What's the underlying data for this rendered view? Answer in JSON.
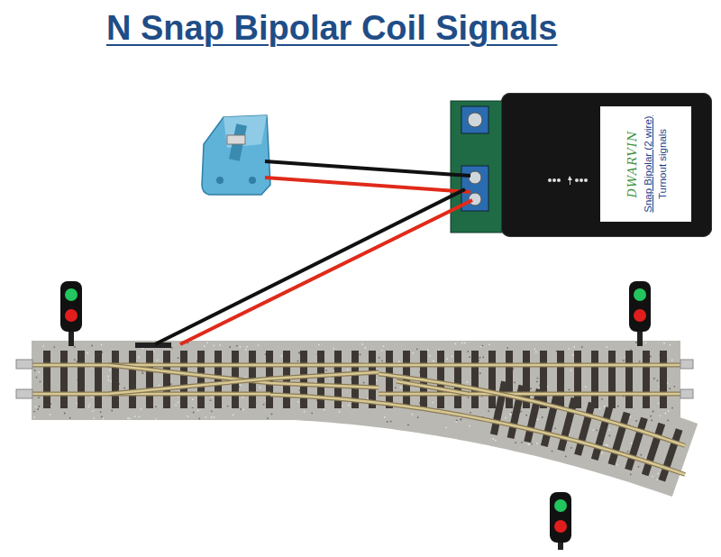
{
  "diagram": {
    "title": "N Snap Bipolar Coil Signals",
    "nodes": [
      {
        "text": [
          "DWARVIN",
          "Snap Bipolar (2 wire)",
          "Turnout signals"
        ]
      }
    ]
  }
}
